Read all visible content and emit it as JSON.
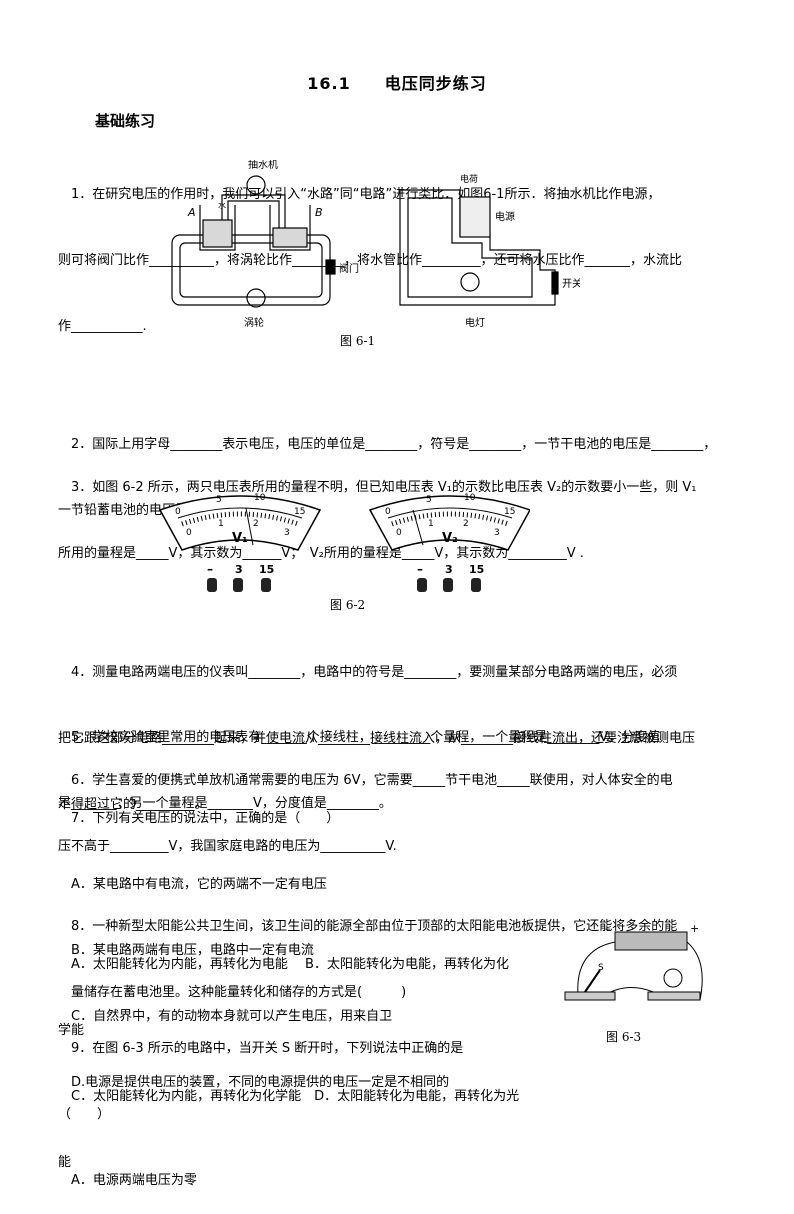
{
  "title": "16.1　　电压同步练习",
  "section": "基础练习",
  "q1": {
    "line1": "　1．在研究电压的作用时，我们可以引入“水路”同“电路”进行类比．如图6-1所示．将抽水机比作电源，",
    "line2": "则可将阀门比作__________，将涡轮比作________，将水管比作_________，还可将水压比作_______，水流比",
    "line3": "作___________."
  },
  "fig1": {
    "caption": "图 6-1",
    "labels": {
      "pump": "抽水机",
      "A": "A",
      "B": "B",
      "valve": "阀门",
      "turbine": "涡轮",
      "water": "水",
      "charge": "电荷",
      "source": "电源",
      "switch": "开关",
      "lamp": "电灯"
    }
  },
  "q2": {
    "line1": "　2．国际上用字母________表示电压，电压的单位是________，符号是________，一节干电池的电压是________，",
    "line2": "一节铅蓄电池的电压是________。"
  },
  "q3": {
    "line1": "　3．如图 6-2 所示，两只电压表所用的量程不明，但已知电压表 V₁的示数比电压表 V₂的示数要小一些，则 V₁",
    "line2": "所用的量程是_____V，其示数为______V；　V₂所用的量程是_____V，其示数为_________V ."
  },
  "fig2": {
    "caption": "图 6-2",
    "meter1": "V₁",
    "meter2": "V₂",
    "upper_scale": [
      "0",
      "5",
      "10",
      "15"
    ],
    "lower_scale": [
      "0",
      "1",
      "2",
      "3"
    ],
    "terminals": [
      "–",
      "3",
      "15"
    ]
  },
  "q4": {
    "line1": "　4．测量电路两端电压的仪表叫________，电路中的符号是________，要测量某部分电路两端的电压，必须",
    "line2": "把它跟这部分电路________起来，并使电流从________接线柱流入，从________接线柱流出，还要注意被测电压",
    "line3": "不得超过它的_________。"
  },
  "q5": {
    "line1": "　5．学校实验室里常用的电压表有_______个接线柱，_________个量程，一个量程是________V，分度值",
    "line2": "是_______；另一个量程是_______V，分度值是________。"
  },
  "q6": {
    "line1": "　6．学生喜爱的便携式单放机通常需要的电压为 6V，它需要_____节干电池_____联使用，对人体安全的电",
    "line2": "压不高于_________V，我国家庭电路的电压为__________V."
  },
  "q7": {
    "stem": "　7．下列有关电压的说法中，正确的是（　　）",
    "options": [
      "　A．某电路中有电流，它的两端不一定有电压",
      "　B．某电路两端有电压，电路中一定有电流",
      "　C．自然界中，有的动物本身就可以产生电压，用来自卫",
      "　D.电源是提供电压的装置，不同的电源提供的电压一定是不相同的"
    ]
  },
  "q8": {
    "line1": "　8．一种新型太阳能公共卫生间，该卫生间的能源全部由位于顶部的太阳能电池板提供，它还能将多余的能",
    "line2": "　量储存在蓄电池里。这种能量转化和储存的方式是(　　　)",
    "optAB_1": "　A．太阳能转化为内能，再转化为电能　 B．太阳能转化为电能，再转化为化",
    "optAB_2": "学能",
    "optCD_1": "　C．太阳能转化为内能，再转化为化学能　D．太阳能转化为电能，再转化为光",
    "optCD_2": "能"
  },
  "q9": {
    "line1": "　9．在图 6-3 所示的电路中，当开关 S 断开时，下列说法中正确的是",
    "line2": "（　　）",
    "optA": "　A．电源两端电压为零"
  },
  "fig3": {
    "caption": "图 6-3",
    "switch_label": "S",
    "minus": "–",
    "plus": "+"
  }
}
